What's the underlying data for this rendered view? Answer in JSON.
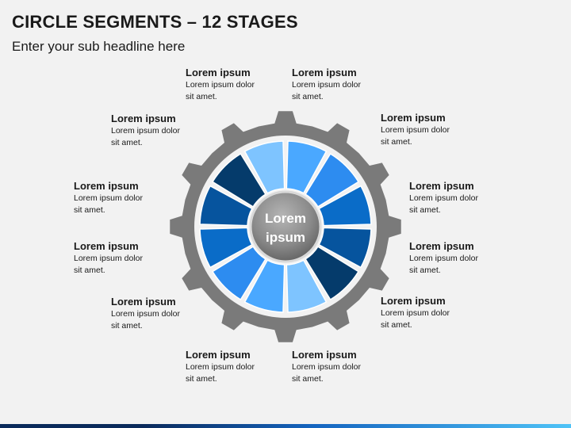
{
  "title": "CIRCLE SEGMENTS – 12 STAGES",
  "subtitle": "Enter your sub headline here",
  "center_label": [
    "Lorem",
    "ipsum"
  ],
  "labels": [
    {
      "heading": "Lorem ipsum",
      "body": [
        "Lorem ipsum dolor",
        "sit amet."
      ]
    },
    {
      "heading": "Lorem ipsum",
      "body": [
        "Lorem ipsum dolor",
        "sit amet."
      ]
    },
    {
      "heading": "Lorem ipsum",
      "body": [
        "Lorem ipsum dolor",
        "sit amet."
      ]
    },
    {
      "heading": "Lorem ipsum",
      "body": [
        "Lorem ipsum dolor",
        "sit amet."
      ]
    },
    {
      "heading": "Lorem ipsum",
      "body": [
        "Lorem ipsum dolor",
        "sit amet."
      ]
    },
    {
      "heading": "Lorem ipsum",
      "body": [
        "Lorem ipsum dolor",
        "sit amet."
      ]
    },
    {
      "heading": "Lorem ipsum",
      "body": [
        "Lorem ipsum dolor",
        "sit amet."
      ]
    },
    {
      "heading": "Lorem ipsum",
      "body": [
        "Lorem ipsum dolor",
        "sit amet."
      ]
    },
    {
      "heading": "Lorem ipsum",
      "body": [
        "Lorem ipsum dolor",
        "sit amet."
      ]
    },
    {
      "heading": "Lorem ipsum",
      "body": [
        "Lorem ipsum dolor",
        "sit amet."
      ]
    },
    {
      "heading": "Lorem ipsum",
      "body": [
        "Lorem ipsum dolor",
        "sit amet."
      ]
    },
    {
      "heading": "Lorem ipsum",
      "body": [
        "Lorem ipsum dolor",
        "sit amet."
      ]
    }
  ],
  "segment_colors": [
    "#4aa8ff",
    "#2d8cf0",
    "#0a6cc8",
    "#06549e",
    "#053b6b",
    "#7ec4ff",
    "#4aa8ff",
    "#2d8cf0",
    "#0a6cc8",
    "#06549e",
    "#053b6b",
    "#7ec4ff"
  ],
  "colors": {
    "gear": "#7a7a7a",
    "ring": "#f2f2f2",
    "hub": "#8c8c8c",
    "hub_text": "#ffffff"
  }
}
